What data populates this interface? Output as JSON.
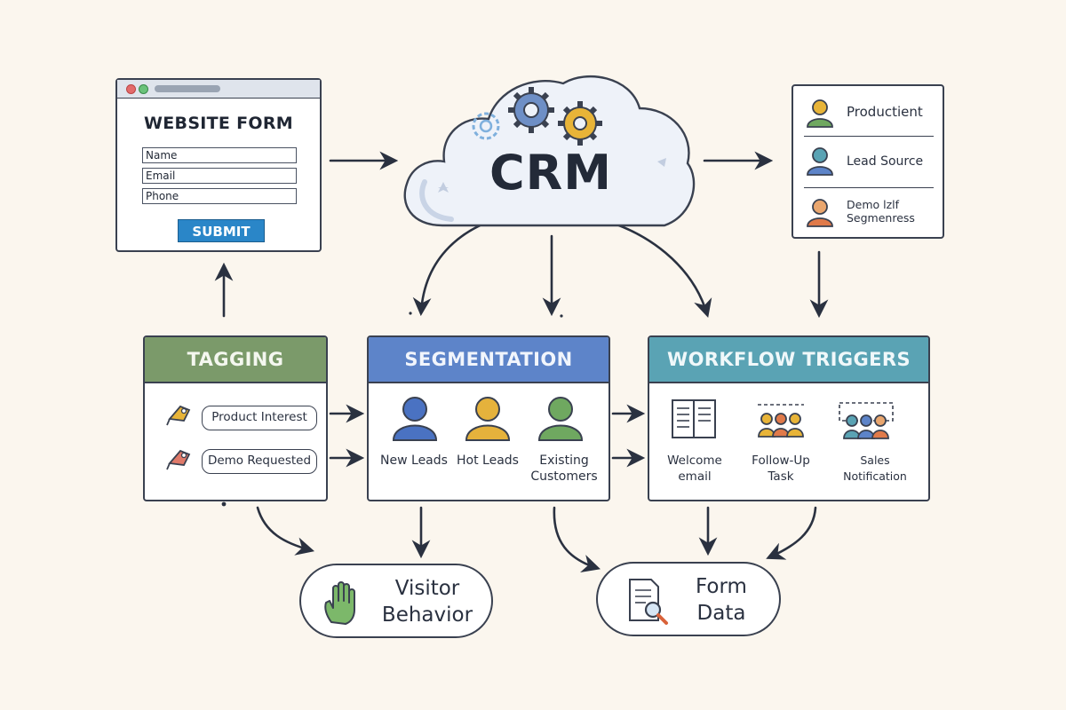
{
  "website_form": {
    "title": "WEBSITE FORM",
    "fields": [
      "Name",
      "Email",
      "Phone"
    ],
    "submit_label": "SUBMIT"
  },
  "crm": {
    "label": "CRM"
  },
  "info_panel": {
    "items": [
      "Productient",
      "Lead Source",
      "Demo lzlf Segmenress"
    ]
  },
  "tagging": {
    "title": "TAGGING",
    "items": [
      "Product Interest",
      "Demo Requested"
    ]
  },
  "segmentation": {
    "title": "SEGMENTATION",
    "groups": [
      {
        "label": "New Leads",
        "color": "#4a72c2"
      },
      {
        "label": "Hot Leads",
        "color": "#e5b23c"
      },
      {
        "label": "Existing Customers",
        "color": "#6fa860"
      }
    ]
  },
  "workflow": {
    "title": "WORKFLOW TRIGGERS",
    "items": [
      "Welcome email",
      "Follow-Up Task",
      "Sales Notification"
    ]
  },
  "outputs": {
    "visitor_behavior": "Visitor Behavior",
    "form_data": "Form Data"
  },
  "colors": {
    "tagging_header": "#7b9a6a",
    "segmentation_header": "#5d84c9",
    "workflow_header": "#5aa3b4",
    "submit_button": "#2a86c8",
    "background": "#fbf6ee"
  }
}
